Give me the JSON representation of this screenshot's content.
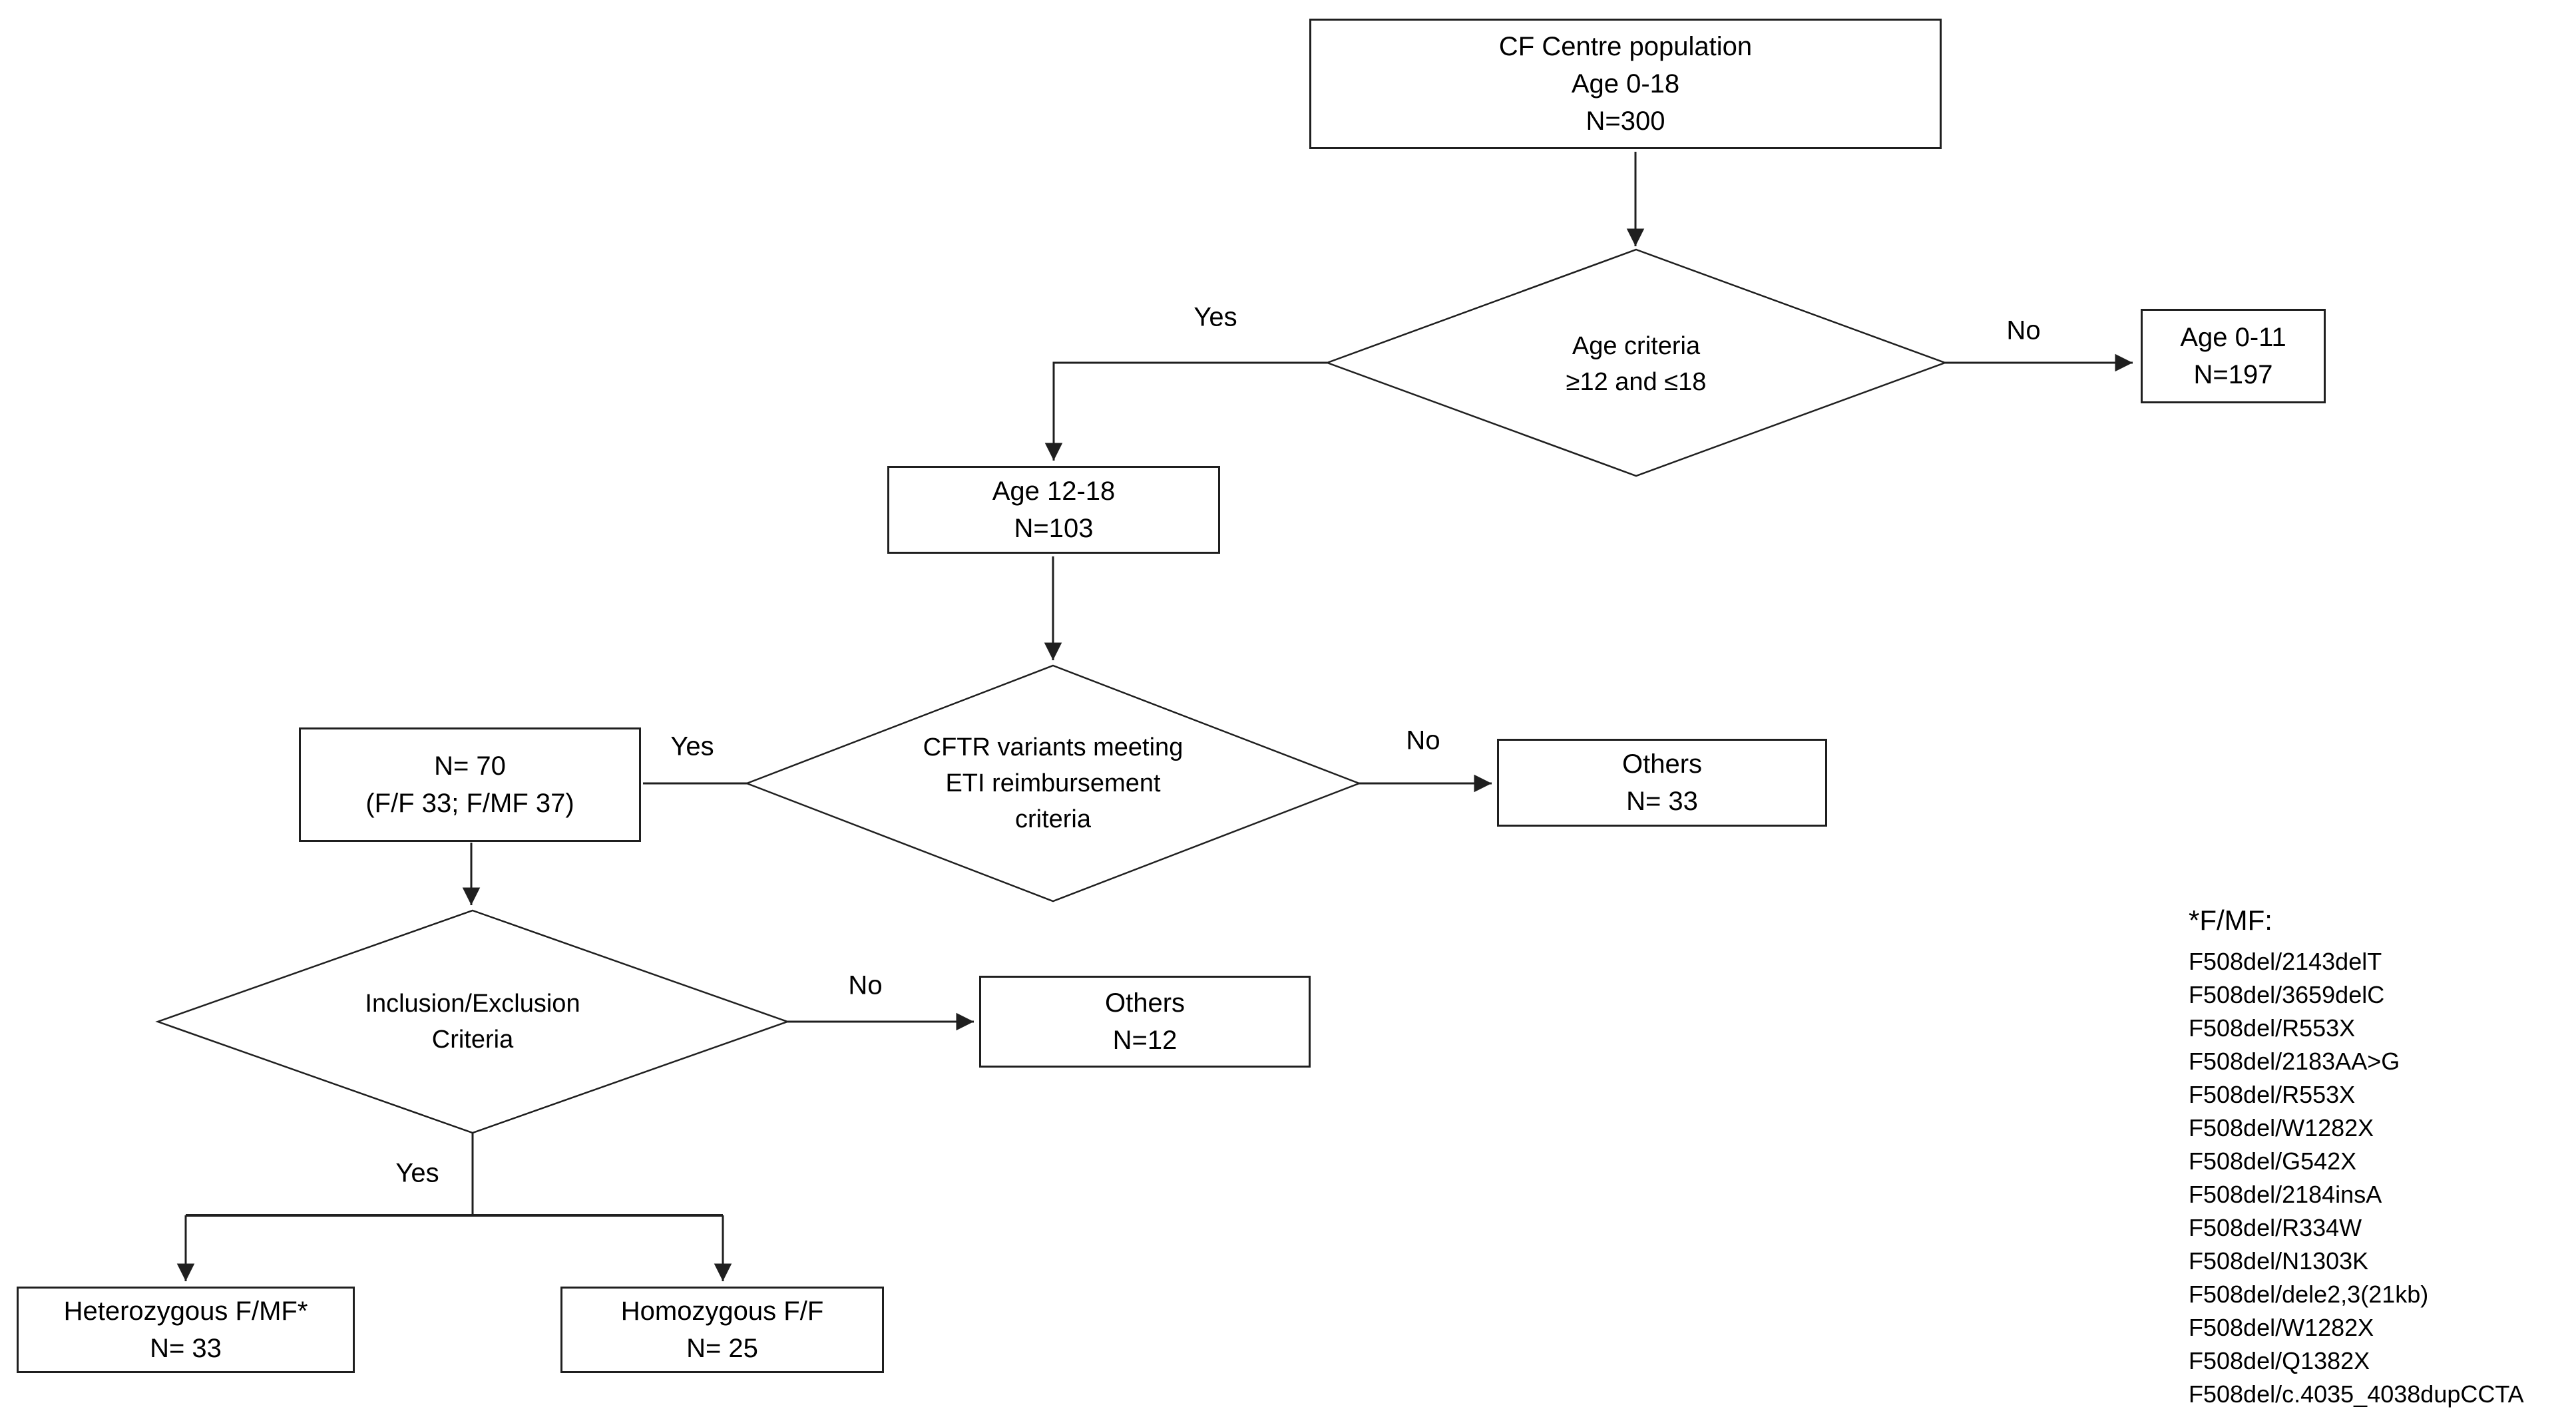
{
  "colors": {
    "background": "#ffffff",
    "line": "#1f1f1f",
    "text": "#000000"
  },
  "flowchart": {
    "nodes": {
      "cf_centre": {
        "lines": [
          "CF Centre population",
          "Age 0-18",
          "N=300"
        ]
      },
      "age_0_11": {
        "lines": [
          "Age 0-11",
          "N=197"
        ]
      },
      "age_12_18": {
        "lines": [
          "Age 12-18",
          "N=103"
        ]
      },
      "eligible_n70": {
        "lines": [
          "N= 70",
          "(F/F 33; F/MF 37)"
        ]
      },
      "others_cftr": {
        "lines": [
          "Others",
          "N= 33"
        ]
      },
      "others_inclusion": {
        "lines": [
          "Others",
          "N=12"
        ]
      },
      "heterozygous": {
        "lines": [
          "Heterozygous F/MF*",
          "N= 33"
        ]
      },
      "homozygous": {
        "lines": [
          "Homozygous F/F",
          "N= 25"
        ]
      }
    },
    "decisions": {
      "age_criteria": {
        "lines": [
          "Age criteria",
          "≥12 and ≤18"
        ]
      },
      "cftr_variants": {
        "lines": [
          "CFTR variants meeting",
          "ETI reimbursement",
          "criteria"
        ]
      },
      "inclusion_exclusion": {
        "lines": [
          "Inclusion/Exclusion",
          "Criteria"
        ]
      }
    },
    "edge_labels": {
      "age_yes": "Yes",
      "age_no": "No",
      "cftr_yes": "Yes",
      "cftr_no": "No",
      "incl_no": "No",
      "incl_yes": "Yes"
    },
    "footnote": {
      "title": "*F/MF:",
      "items": [
        "F508del/2143delT",
        "F508del/3659delC",
        "F508del/R553X",
        "F508del/2183AA>G",
        "F508del/R553X",
        "F508del/W1282X",
        "F508del/G542X",
        "F508del/2184insA",
        "F508del/R334W",
        "F508del/N1303K",
        "F508del/dele2,3(21kb)",
        "F508del/W1282X",
        "F508del/Q1382X",
        "F508del/c.4035_4038dupCCTA"
      ]
    }
  }
}
